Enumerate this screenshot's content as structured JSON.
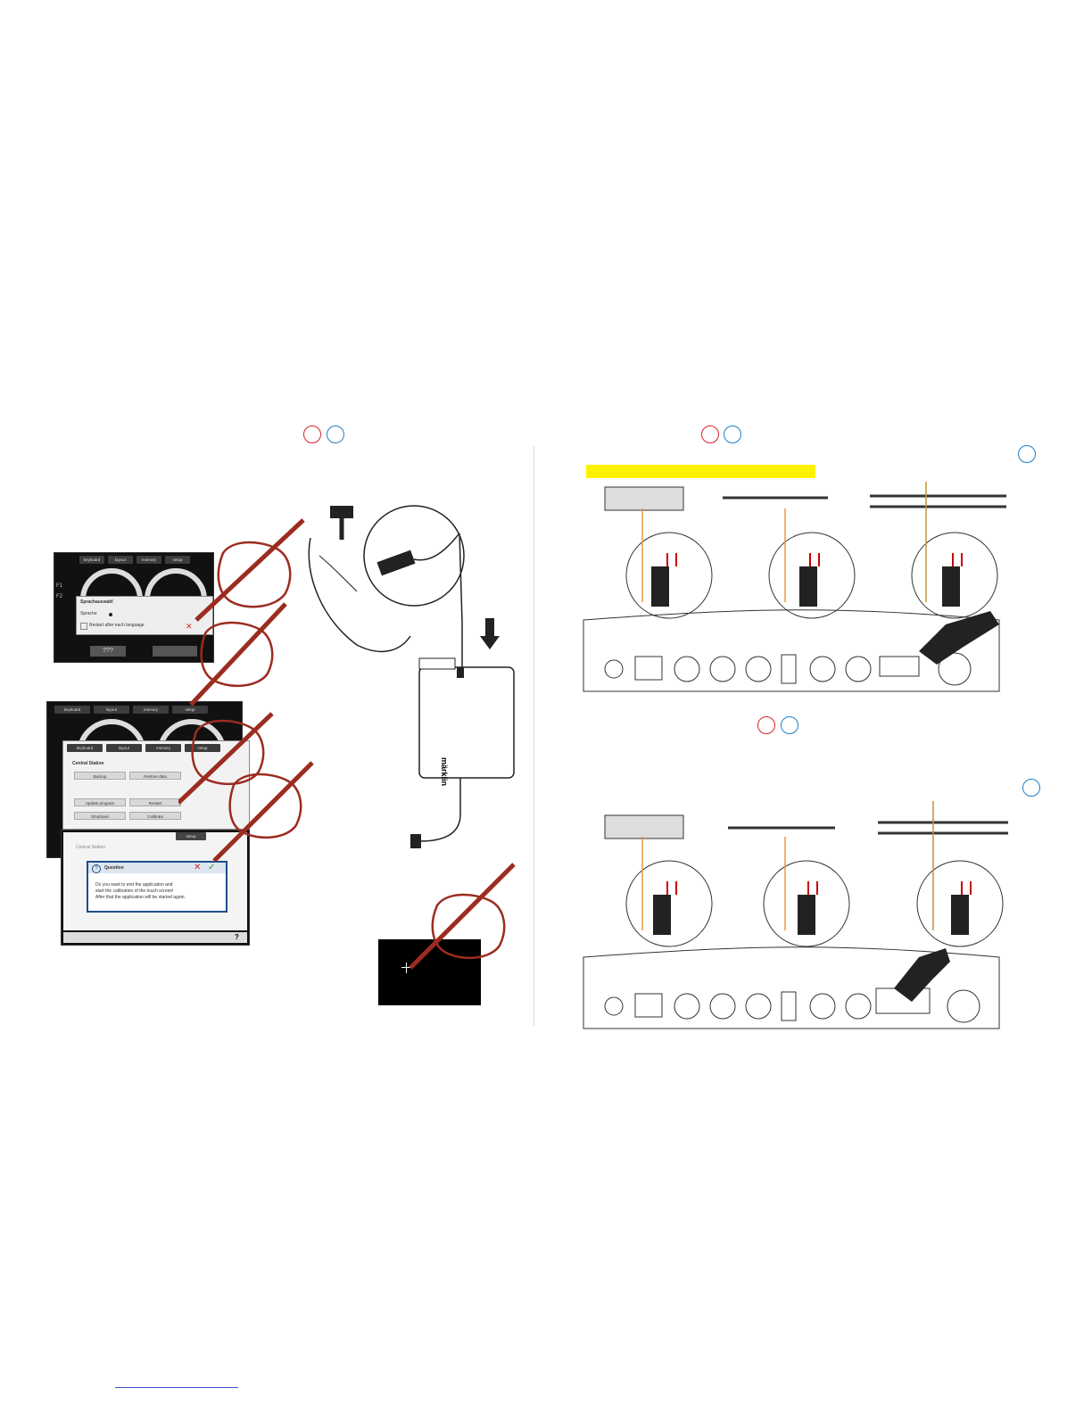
{
  "left_screens": {
    "screen1": {
      "tabs": [
        "keyboard",
        "layout",
        "memory",
        "setup"
      ],
      "side_labels": [
        "F1",
        "F2"
      ],
      "dialog_title": "Sprachauswahl",
      "dialog_row_label": "Sprache",
      "dialog_checkbox_text": "Restart after each language",
      "value_field": "???"
    },
    "screen2": {
      "tabs": [
        "keyboard",
        "layout",
        "memory",
        "setup"
      ],
      "inner_tabs": [
        "keyboard",
        "layout",
        "memory",
        "setup"
      ],
      "section_title": "Central Station",
      "buttons": [
        "Backup",
        "Restore data",
        "Update program",
        "Restart",
        "Shutdown",
        "Calibrate"
      ]
    },
    "screen3": {
      "tab_active": "setup",
      "section_title": "Central Station",
      "dialog_title": "Question",
      "dialog_text": [
        "Do you want to end the application and",
        "start the calibration of the touch screen!",
        "After that the application will be started again."
      ]
    }
  },
  "power_supply": {
    "brand": "märklin"
  },
  "colors": {
    "pen": "#9b2c1f",
    "badge_red": "#d6242c",
    "badge_blue": "#1f7fc6",
    "highlight": "#fff200"
  },
  "icons": [
    "hand-pen-icon",
    "arrow-down-icon",
    "plug-icon",
    "hand-pointing-icon",
    "crosshair-icon"
  ]
}
